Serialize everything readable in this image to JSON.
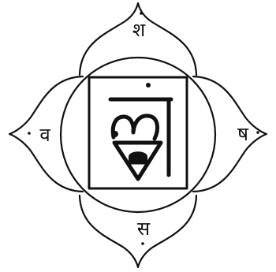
{
  "petals": {
    "top": "श",
    "left": "व",
    "right": "ष",
    "bottom": "स"
  },
  "seed_syllable": "लं",
  "ink_color": "#111111",
  "background_color": "#ffffff"
}
